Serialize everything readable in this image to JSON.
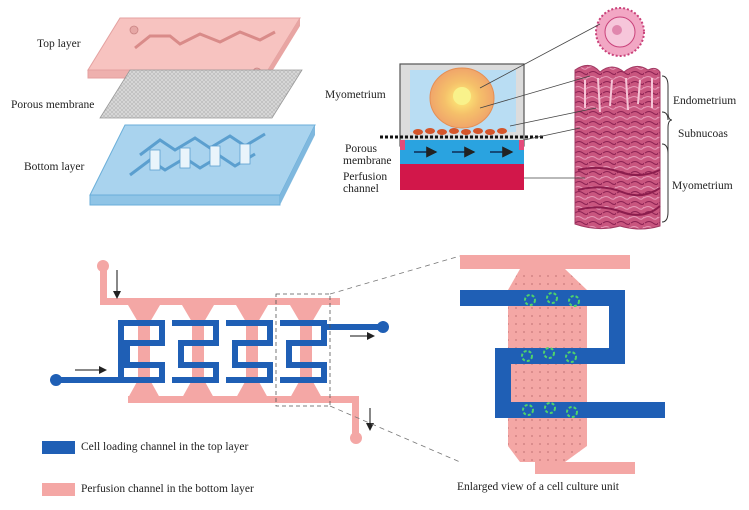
{
  "layers": {
    "top_label": "Top layer",
    "membrane_label": "Porous membrane",
    "bottom_label": "Bottom layer"
  },
  "cross_section": {
    "myometrium_left": "Myometrium",
    "porous_membrane_line1": "Porous",
    "porous_membrane_line2": "membrane",
    "perfusion_line1": "Perfusion",
    "perfusion_line2": "channel"
  },
  "tissue": {
    "endometrium": "Endometrium",
    "subnucoas": "Subnucoas",
    "myometrium": "Myometrium"
  },
  "legend": {
    "cell_loading": "Cell loading channel in the top layer",
    "perfusion": "Perfusion channel in the bottom layer"
  },
  "enlarged_caption": "Enlarged view of a cell culture unit",
  "colors": {
    "top_layer": "#f7c3c0",
    "blue_channel": "#1f5fb5",
    "pink_channel": "#f2a0a0",
    "bottom_layer": "#a9d3ee",
    "tissue": "#c4507a"
  }
}
